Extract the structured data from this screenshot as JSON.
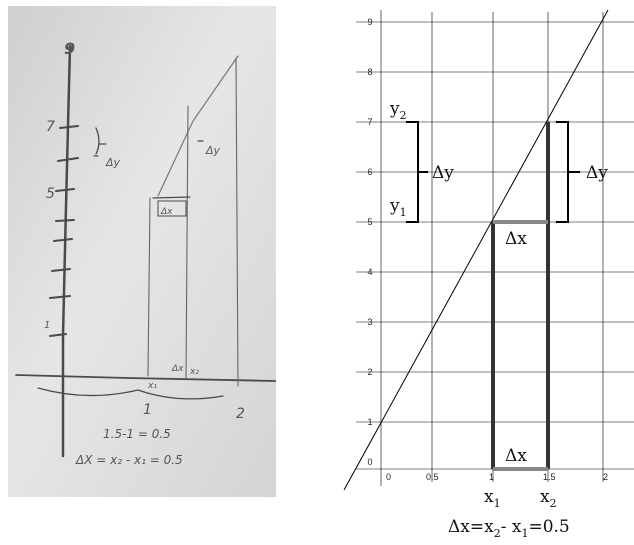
{
  "photo": {
    "notes": [
      "Δy",
      "Δy",
      "Δx",
      "Δx",
      "x₁",
      "x₂",
      "1",
      "2",
      "1.5-1 = 0.5",
      "ΔX = x₂ - x₁ = 0.5"
    ]
  },
  "diagram": {
    "y_ticks": [
      "0",
      "1",
      "2",
      "3",
      "4",
      "5",
      "6",
      "7",
      "8",
      "9"
    ],
    "x_ticks": [
      "0",
      "0.5",
      "1",
      "1.5",
      "2"
    ],
    "labels": {
      "y_main": "y",
      "y2_sub": "2",
      "y1_sub": "1",
      "delta_y": "Δy",
      "delta_y_right": "Δy",
      "delta_x_top": "Δx",
      "delta_x_bottom": "Δx",
      "x_main": "x",
      "x1_sub": "1",
      "x2_sub": "2",
      "formula_a": "Δx=x",
      "formula_sub_a": "2",
      "formula_b": "- x",
      "formula_sub_b": "1",
      "formula_c": "=0.5"
    }
  },
  "chart_data": {
    "type": "line",
    "xlim": [
      0,
      2.25
    ],
    "ylim": [
      0,
      9
    ],
    "grid": true,
    "series": [
      {
        "x": [
          0,
          2
        ],
        "y": [
          1,
          9
        ]
      }
    ],
    "points": [
      {
        "x": 1,
        "y": 5
      },
      {
        "x": 1.5,
        "y": 7
      }
    ]
  }
}
